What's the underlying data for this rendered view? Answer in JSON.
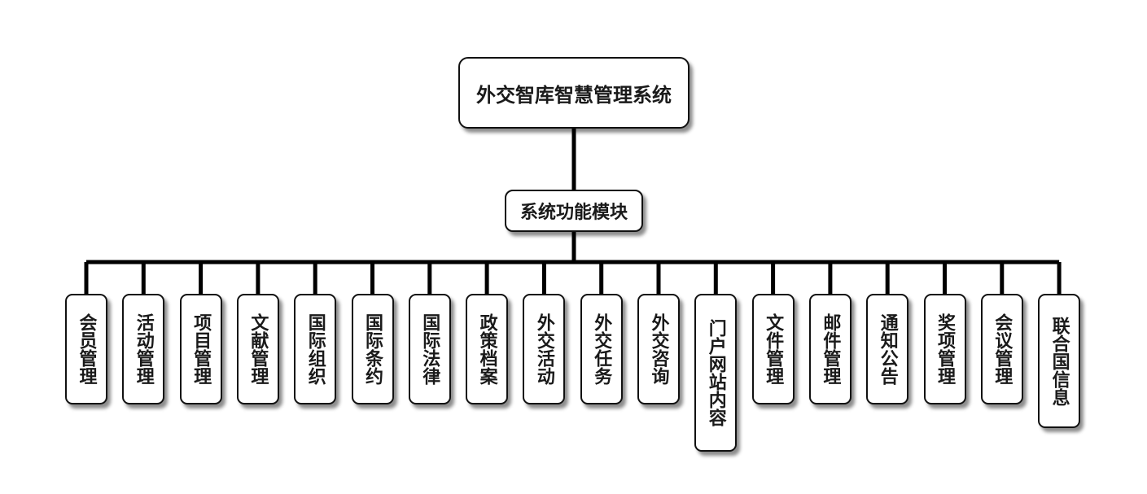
{
  "diagram": {
    "root": {
      "label": "外交智库智慧管理系统"
    },
    "level2": {
      "label": "系统功能模块"
    },
    "modules": [
      {
        "label": "会员管理"
      },
      {
        "label": "活动管理"
      },
      {
        "label": "项目管理"
      },
      {
        "label": "文献管理"
      },
      {
        "label": "国际组织"
      },
      {
        "label": "国际条约"
      },
      {
        "label": "国际法律"
      },
      {
        "label": "政策档案"
      },
      {
        "label": "外交活动"
      },
      {
        "label": "外交任务"
      },
      {
        "label": "外交咨询"
      },
      {
        "label": "门户网站内容"
      },
      {
        "label": "文件管理"
      },
      {
        "label": "邮件管理"
      },
      {
        "label": "通知公告"
      },
      {
        "label": "奖项管理"
      },
      {
        "label": "会议管理"
      },
      {
        "label": "联合国信息"
      }
    ]
  },
  "colors": {
    "line": "#000000",
    "border": "#111111",
    "node_fill": "#ffffff",
    "text": "#1a1a1a"
  }
}
